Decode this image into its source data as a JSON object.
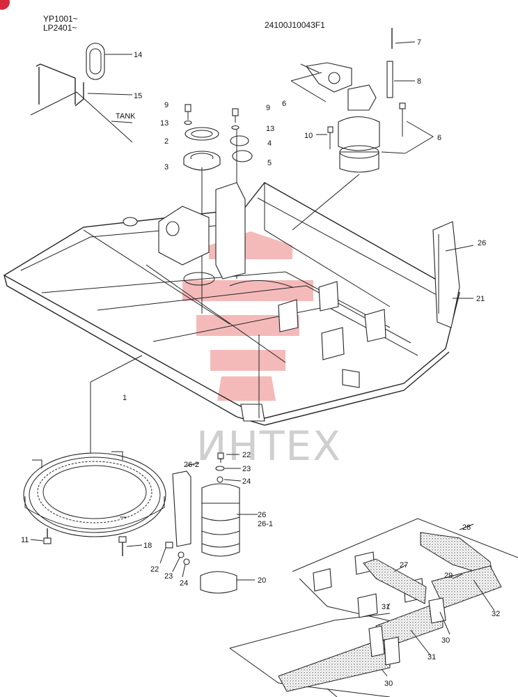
{
  "header": {
    "serial_line_1": "YP1001~",
    "serial_line_2": "LP2401~",
    "drawing_number": "24100J10043F1"
  },
  "watermark": {
    "text": "ИНТЕХ"
  },
  "tank_label": "TANK",
  "callouts": {
    "p1": "1",
    "p2": "2",
    "p3": "3",
    "p4": "4",
    "p5": "5",
    "p6a": "6",
    "p6b": "6",
    "p7": "7",
    "p8": "8",
    "p9a": "9",
    "p9b": "9",
    "p10": "10",
    "p11": "11",
    "p13a": "13",
    "p13b": "13",
    "p14": "14",
    "p15": "15",
    "p18": "18",
    "p20": "20",
    "p21": "21",
    "p22a": "22",
    "p22b": "22",
    "p23a": "23",
    "p23b": "23",
    "p24a": "24",
    "p24b": "24",
    "p26a": "26",
    "p26b": "26",
    "p26_1": "26-1",
    "p26_2": "26-2",
    "p27": "27",
    "p28": "28",
    "p29": "29",
    "p30a": "30",
    "p30b": "30",
    "p31a": "31",
    "p31b": "31",
    "p32": "32"
  },
  "colors": {
    "watermark_logo": "#e14a4a",
    "corner_badge": "#d8283c"
  }
}
